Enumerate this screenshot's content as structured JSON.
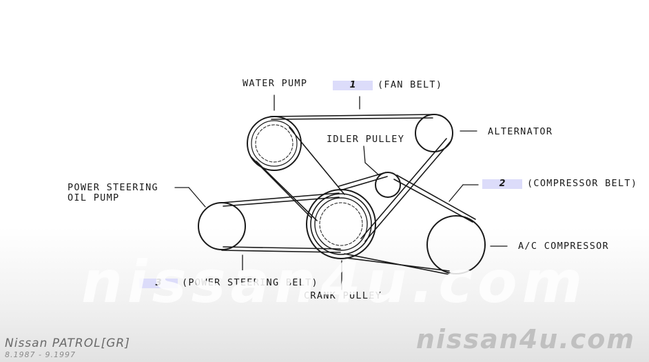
{
  "diagram": {
    "labels": {
      "water_pump": "WATER PUMP",
      "fan_belt": "(FAN BELT)",
      "alternator": "ALTERNATOR",
      "idler_pulley": "IDLER PULLEY",
      "compressor_belt": "(COMPRESSOR BELT)",
      "power_steering_line1": "POWER STEERING",
      "power_steering_line2": "OIL PUMP",
      "ac_compressor": "A/C COMPRESSOR",
      "power_steering_belt": "(POWER STEERING BELT)",
      "crank_pulley": "CRANK PULLEY"
    },
    "badges": {
      "one": "1",
      "two": "2",
      "three": "3"
    }
  },
  "watermark": {
    "center_text": "nissan4u.com",
    "corner_text": "nissan4u.com"
  },
  "model": {
    "name": "Nissan PATROL[GR]",
    "years": "8.1987 - 9.1997"
  }
}
